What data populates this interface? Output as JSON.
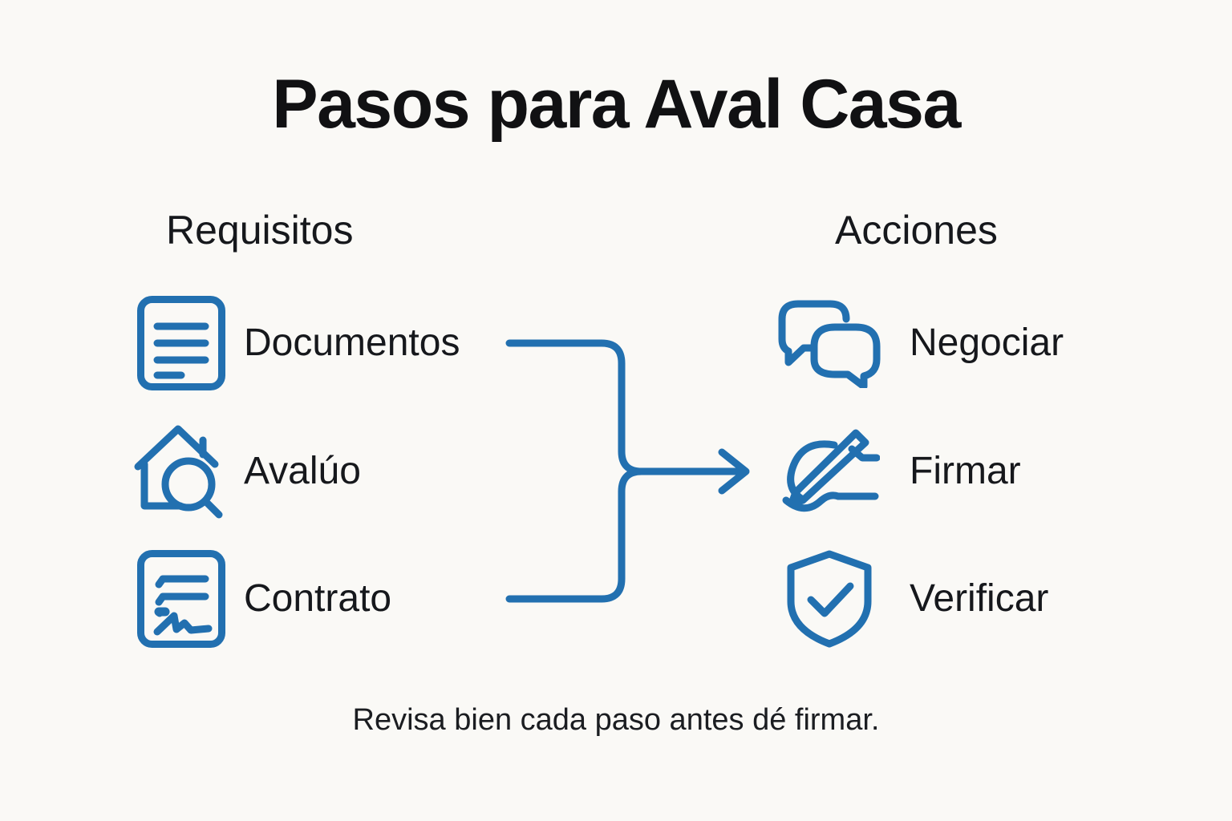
{
  "page": {
    "title": "Pasos para Aval Casa",
    "caption": "Revisa bien cada paso antes dé firmar.",
    "background_color": "#faf9f6",
    "accent_color": "#2270b0",
    "text_color": "#16181c"
  },
  "columns": {
    "left": {
      "heading": "Requisitos",
      "items": [
        {
          "label": "Documentos",
          "icon": "document-lines-icon"
        },
        {
          "label": "Avalúo",
          "icon": "house-magnifier-icon"
        },
        {
          "label": "Contrato",
          "icon": "contract-signature-icon"
        }
      ]
    },
    "right": {
      "heading": "Acciones",
      "items": [
        {
          "label": "Negociar",
          "icon": "speech-bubbles-icon"
        },
        {
          "label": "Firmar",
          "icon": "pen-signature-icon"
        },
        {
          "label": "Verificar",
          "icon": "shield-check-icon"
        }
      ]
    }
  },
  "connector": {
    "icon": "merge-arrow-connector",
    "from": [
      "Documentos",
      "Contrato"
    ],
    "to": "Firmar",
    "color": "#2270b0"
  }
}
